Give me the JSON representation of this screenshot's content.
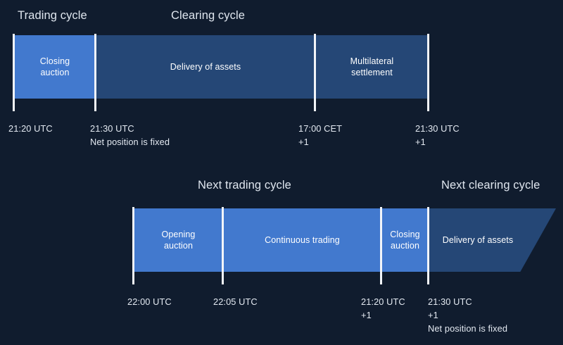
{
  "colors": {
    "background": "#101c2e",
    "segment_light": "#4279ce",
    "segment_dark": "#254776",
    "tick": "#f2f5f9",
    "text": "#e3e9f1"
  },
  "timelines": [
    {
      "name": "current-cycle",
      "titles": [
        {
          "label": "Trading cycle"
        },
        {
          "label": "Clearing cycle"
        }
      ],
      "segments": [
        {
          "label": "Closing\nauction",
          "tone": "light"
        },
        {
          "label": "Delivery of assets",
          "tone": "dark"
        },
        {
          "label": "Multilateral\nsettlement",
          "tone": "dark"
        }
      ],
      "ticks": [
        {
          "time": "21:20 UTC",
          "day_offset": "",
          "note": ""
        },
        {
          "time": "21:30 UTC",
          "day_offset": "",
          "note": "Net position is fixed"
        },
        {
          "time": "17:00 CET",
          "day_offset": "+1",
          "note": ""
        },
        {
          "time": "21:30 UTC",
          "day_offset": "+1",
          "note": ""
        }
      ]
    },
    {
      "name": "next-cycle",
      "titles": [
        {
          "label": "Next trading cycle"
        },
        {
          "label": "Next clearing cycle"
        }
      ],
      "segments": [
        {
          "label": "Opening\nauction",
          "tone": "light"
        },
        {
          "label": "Continuous trading",
          "tone": "light"
        },
        {
          "label": "Closing\nauction",
          "tone": "light"
        },
        {
          "label": "Delivery of assets",
          "tone": "dark"
        }
      ],
      "ticks": [
        {
          "time": "22:00 UTC",
          "day_offset": "",
          "note": ""
        },
        {
          "time": "22:05 UTC",
          "day_offset": "",
          "note": ""
        },
        {
          "time": "21:20 UTC",
          "day_offset": "+1",
          "note": ""
        },
        {
          "time": "21:30 UTC",
          "day_offset": "+1",
          "note": "Net position is fixed"
        }
      ]
    }
  ]
}
